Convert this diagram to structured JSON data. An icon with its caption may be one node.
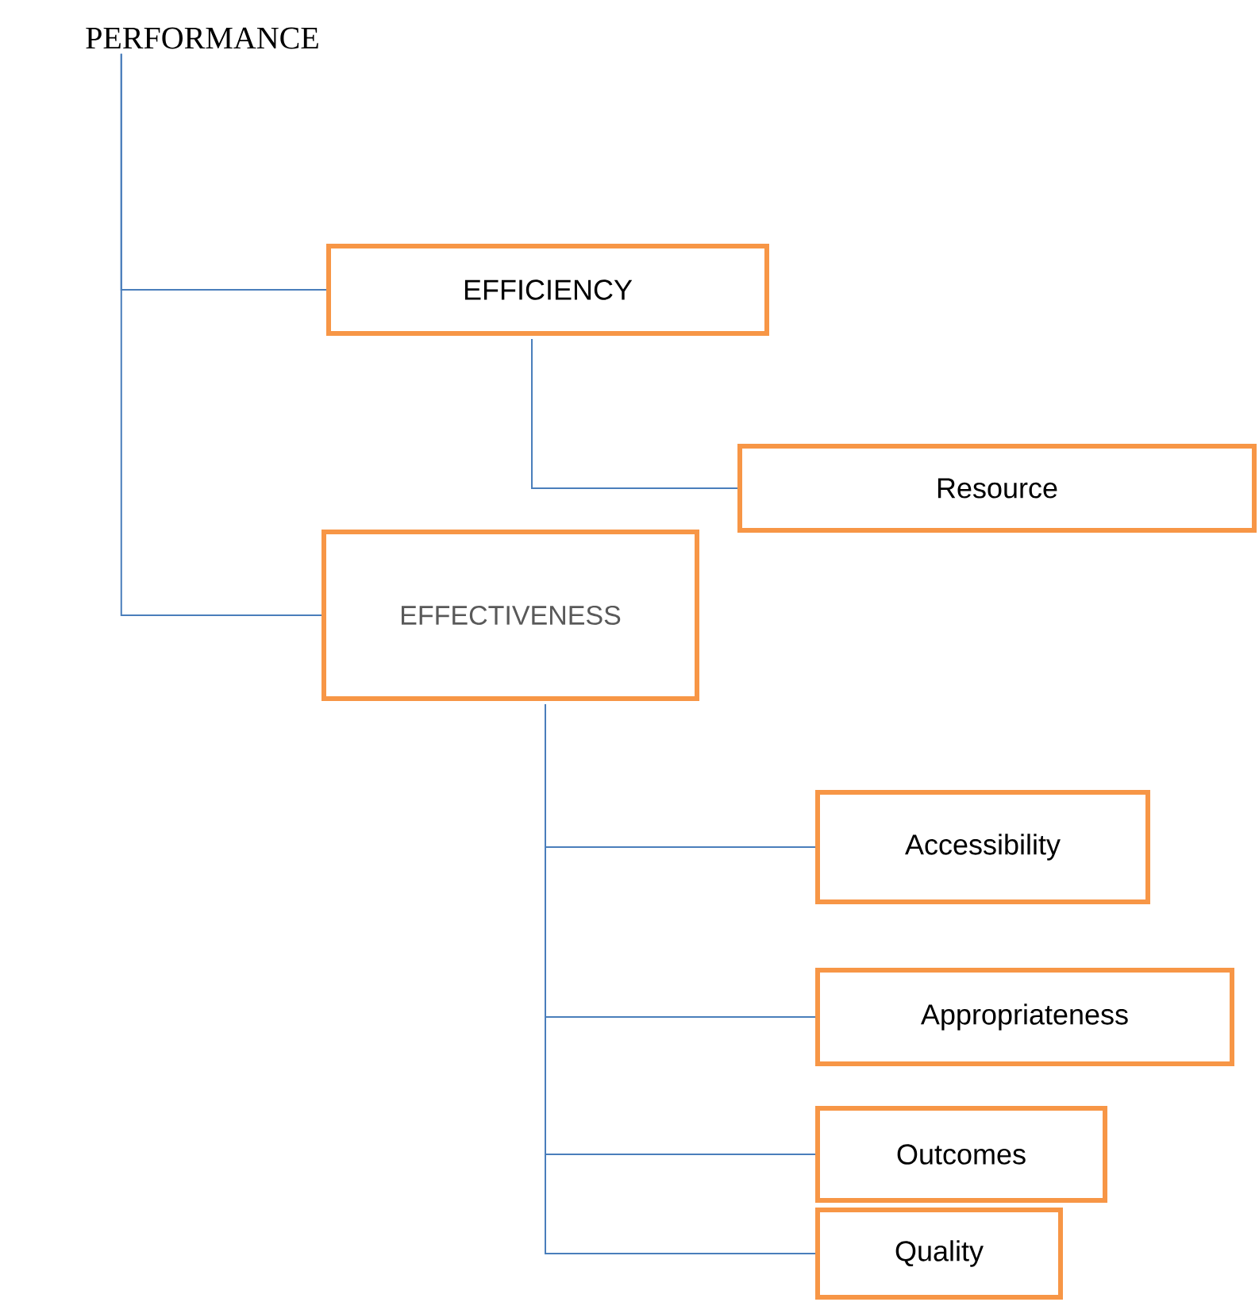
{
  "diagram": {
    "nodes": [
      {
        "text": [
          "PERFORMANCE"
        ]
      },
      {
        "text": [
          "EFFICIENCY"
        ]
      },
      {
        "text": [
          "Resource"
        ]
      },
      {
        "text": [
          "EFFECTIVENESS"
        ]
      },
      {
        "text": [
          "Accessibility"
        ]
      },
      {
        "text": [
          "Appropriateness"
        ]
      },
      {
        "text": [
          "Outcomes"
        ]
      },
      {
        "text": [
          "Quality"
        ]
      }
    ],
    "edges": [
      {
        "from": 0,
        "to": 1,
        "arrow": "none"
      },
      {
        "from": 0,
        "to": 3,
        "arrow": "none"
      },
      {
        "from": 1,
        "to": 2,
        "arrow": "none"
      },
      {
        "from": 3,
        "to": 4,
        "arrow": "none"
      },
      {
        "from": 3,
        "to": 5,
        "arrow": "none"
      },
      {
        "from": 3,
        "to": 6,
        "arrow": "none"
      },
      {
        "from": 3,
        "to": 7,
        "arrow": "none"
      }
    ]
  }
}
